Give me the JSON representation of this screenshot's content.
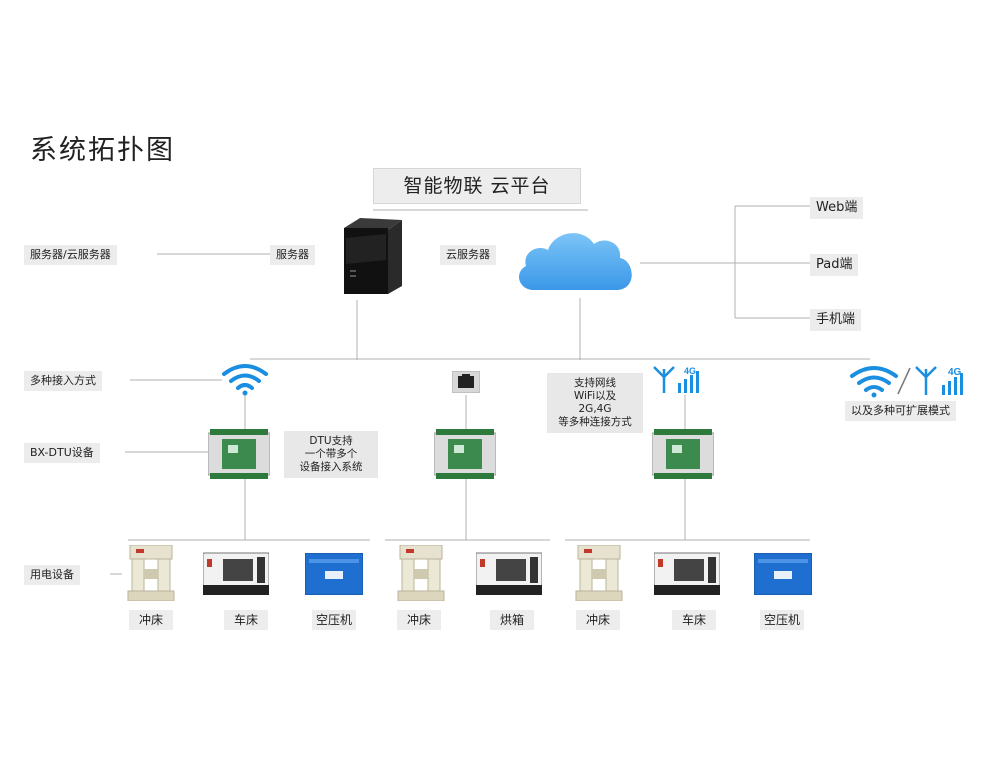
{
  "title": "系统拓扑图",
  "platform": "智能物联 云平台",
  "labels": {
    "server_cloud": "服务器/云服务器",
    "server": "服务器",
    "cloud_server": "云服务器",
    "access_mode": "多种接入方式",
    "dtu_device": "BX-DTU设备",
    "power_device": "用电设备"
  },
  "clients": [
    "Web端",
    "Pad端",
    "手机端"
  ],
  "notes": {
    "dtu_support": [
      "DTU支持",
      "一个带多个",
      "设备接入系统"
    ],
    "network_support": [
      "支持网线",
      "WiFi以及",
      "2G,4G",
      "等多种连接方式"
    ],
    "extensible": "以及多种可扩展模式"
  },
  "signal_badge": "4G",
  "devices": {
    "group1": [
      "冲床",
      "车床",
      "空压机"
    ],
    "group2": [
      "冲床",
      "烘箱"
    ],
    "group3": [
      "冲床",
      "车床",
      "空压机"
    ]
  },
  "colors": {
    "wifi": "#1a8ee0",
    "cloud": "#4aa8f0",
    "line": "#b0b0b0",
    "label_bg": "#ececec"
  },
  "icons": [
    "server-tower-icon",
    "cloud-icon",
    "wifi-icon",
    "ethernet-port-icon",
    "4g-antenna-icon",
    "dtu-module-icon",
    "punch-press-icon",
    "lathe-icon",
    "air-compressor-icon",
    "oven-icon"
  ]
}
